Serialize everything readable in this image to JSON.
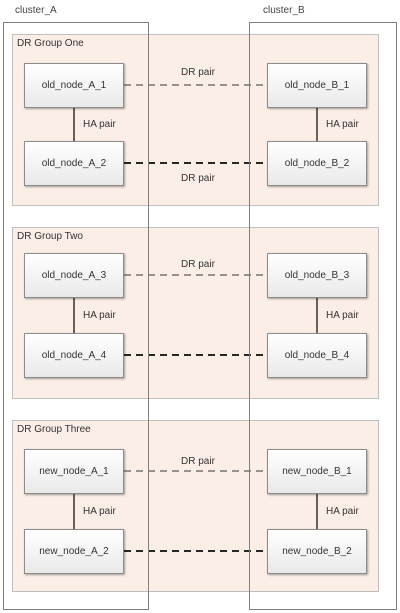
{
  "clusters": {
    "a_label": "cluster_A",
    "b_label": "cluster_B"
  },
  "groups": [
    {
      "title": "DR Group One",
      "node_a1": "old_node_A_1",
      "node_a2": "old_node_A_2",
      "node_b1": "old_node_B_1",
      "node_b2": "old_node_B_2",
      "dr_label_top": "DR pair",
      "dr_label_bottom": "DR pair",
      "ha_label_a": "HA pair",
      "ha_label_b": "HA pair"
    },
    {
      "title": "DR Group Two",
      "node_a1": "old_node_A_3",
      "node_a2": "old_node_A_4",
      "node_b1": "old_node_B_3",
      "node_b2": "old_node_B_4",
      "dr_label_top": "DR pair",
      "ha_label_a": "HA pair",
      "ha_label_b": "HA pair"
    },
    {
      "title": "DR Group Three",
      "node_a1": "new_node_A_1",
      "node_a2": "new_node_A_2",
      "node_b1": "new_node_B_1",
      "node_b2": "new_node_B_2",
      "dr_label_top": "DR pair",
      "ha_label_a": "HA pair",
      "ha_label_b": "HA pair"
    }
  ]
}
